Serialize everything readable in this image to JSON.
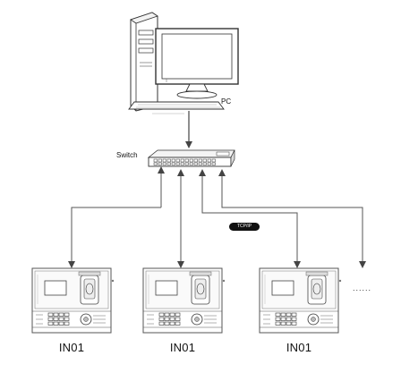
{
  "pc": {
    "label": "PC"
  },
  "switch": {
    "label": "Switch"
  },
  "link": {
    "protocol_badge": "TCP/IP"
  },
  "devices": [
    {
      "label": "IN01"
    },
    {
      "label": "IN01"
    },
    {
      "label": "IN01"
    }
  ],
  "more_indicator": "......",
  "icons": [
    "computer-icon",
    "network-switch-icon",
    "terminal-device-icon"
  ],
  "colors": {
    "line": "#333333",
    "badge": "#111111"
  }
}
